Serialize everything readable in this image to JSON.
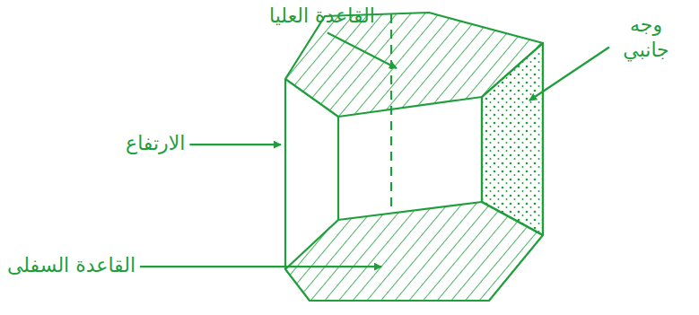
{
  "diagram": {
    "labels": [
      "القاعدة العليا",
      "وجه جانبي",
      "الارتفاع",
      "القاعدة السفلى"
    ]
  }
}
